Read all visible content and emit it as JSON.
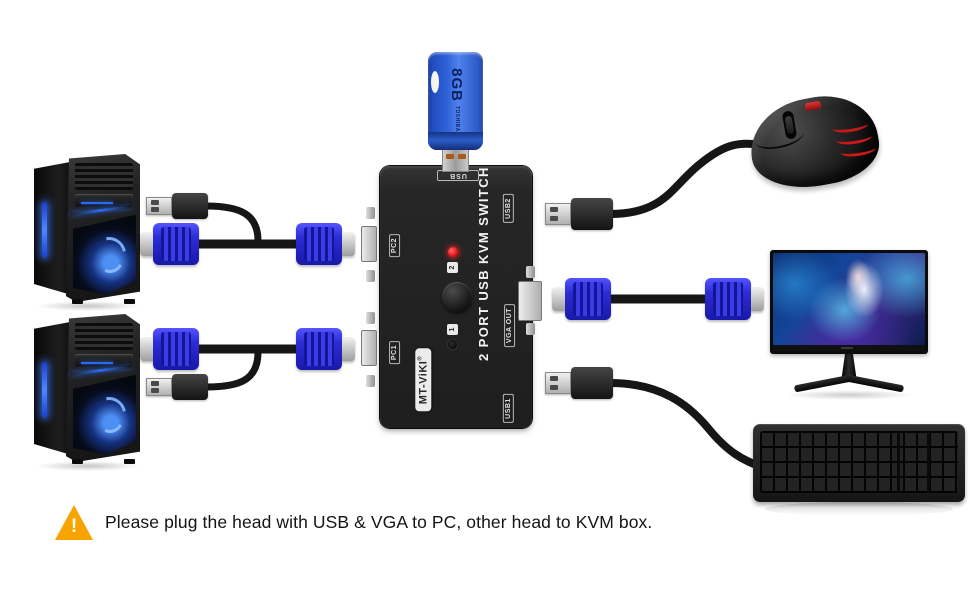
{
  "colors": {
    "vga_blue": "#2c2cd4",
    "drive_blue": "#2f62d8",
    "warning_orange": "#F8A400",
    "led_red": "#ea1515",
    "accent_glow_blue": "#2a6cf0"
  },
  "kvm": {
    "title": "2 PORT USB KVM SWITCH",
    "brand": "MT-ViKI",
    "reg_mark": "®",
    "labels": {
      "usb_top": "USB",
      "pc2": "PC2",
      "pc1": "PC1",
      "usb2": "USB2",
      "vga_out": "VGA OUT",
      "usb1": "USB1",
      "button_2": "2",
      "button_1": "1"
    }
  },
  "flash_drive": {
    "capacity": "8GB",
    "brand": "TOSHIBA"
  },
  "note": {
    "mark": "!",
    "text": "Please plug the head with USB & VGA to PC, other head to KVM box."
  }
}
